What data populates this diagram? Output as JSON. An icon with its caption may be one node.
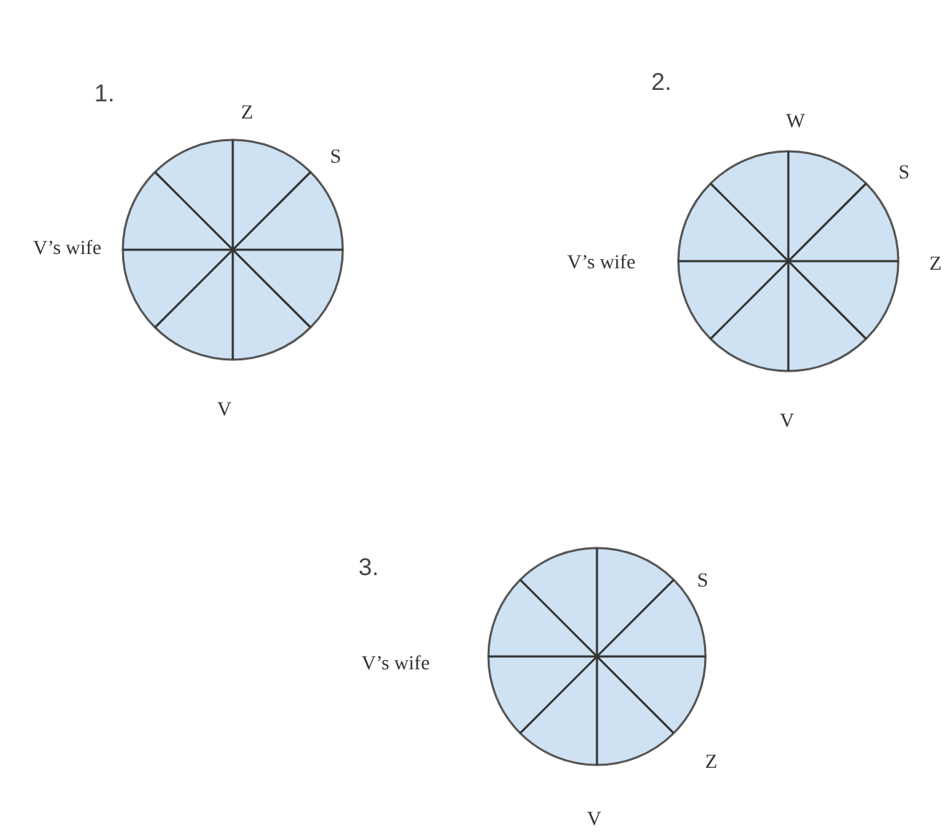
{
  "diagram": {
    "nodes": [
      {
        "text": [
          "1."
        ],
        "beside": [
          "Z",
          "S",
          "V’s wife",
          "V"
        ]
      },
      {
        "text": [
          "2."
        ],
        "beside": [
          "W",
          "S",
          "V’s wife",
          "Z",
          "V"
        ]
      },
      {
        "text": [
          "3."
        ],
        "beside": [
          "S",
          "V’s wife",
          "Z",
          "V"
        ]
      }
    ]
  }
}
